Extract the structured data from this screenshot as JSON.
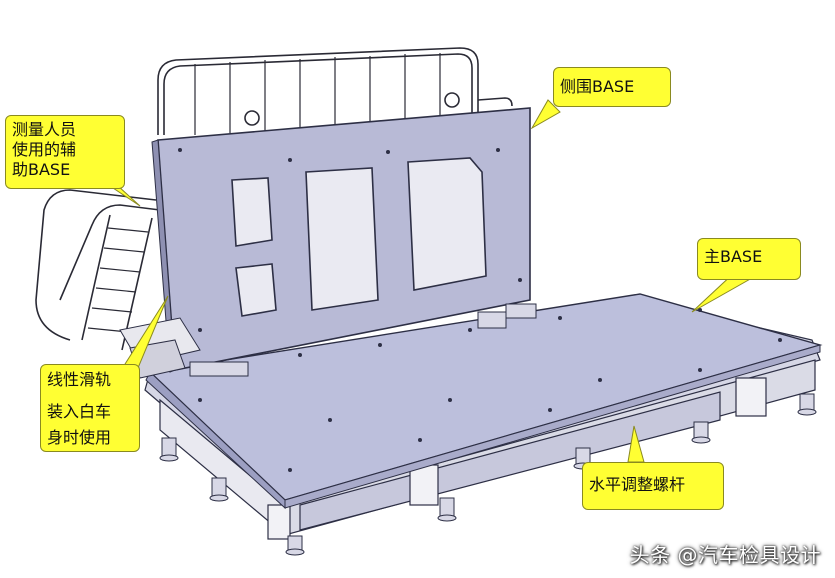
{
  "labels": {
    "side_base": "侧围BASE",
    "aux_base": [
      "测量人员",
      "使用的辅",
      "助BASE"
    ],
    "main_base": "主BASE",
    "linear_rail": [
      "线性滑轨",
      "装入白车",
      "身时使用"
    ],
    "leveling_screw": "水平调整螺杆"
  },
  "watermark": "头条 @汽车检具设计",
  "colors": {
    "callout": "#ffff33",
    "plate": "#bcbfdc",
    "plate_edge": "#2d2f45",
    "frame": "#d8d8e6",
    "rail": "#e8e8ee"
  }
}
